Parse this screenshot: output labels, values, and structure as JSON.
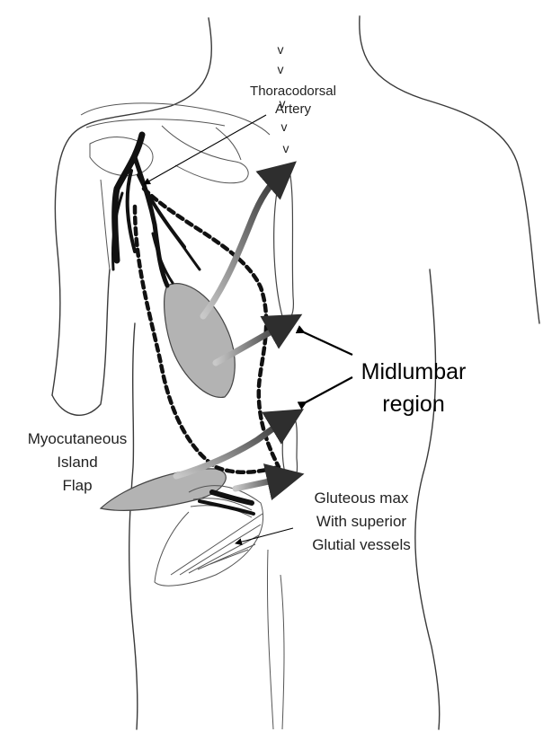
{
  "labels": {
    "thoracodorsal_line1": "Thoracodorsal",
    "thoracodorsal_line2": "Artery",
    "midlumbar_line1": "Midlumbar",
    "midlumbar_line2": "region",
    "flap_line1": "Myocutaneous",
    "flap_line2": "Island",
    "flap_line3": "Flap",
    "gluteus_line1": "Gluteous max",
    "gluteus_line2": "With superior",
    "gluteus_line3": "Glutial vessels"
  },
  "colors": {
    "flap_fill": "#b3b3b3",
    "artery": "#111111",
    "outline": "#3a3a3a",
    "arrow_dark": "#333333",
    "arrow_light": "#bbbbbb"
  }
}
